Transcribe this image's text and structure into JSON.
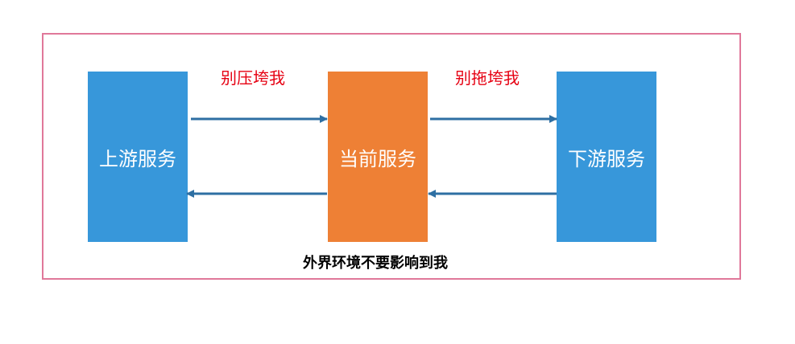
{
  "diagram": {
    "upstream_label": "上游服务",
    "current_label": "当前服务",
    "downstream_label": "下游服务",
    "left_note": "别压垮我",
    "right_note": "别拖垮我",
    "caption": "外界环境不要影响到我"
  },
  "colors": {
    "side_box": "#3797da",
    "center_box": "#ee8035",
    "arrow": "#2e6fa3",
    "note_text": "#e60012",
    "frame_border": "#e0789a"
  }
}
